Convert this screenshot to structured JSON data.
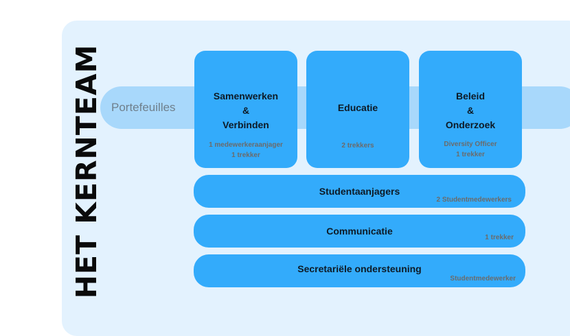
{
  "vertical_title": "HET KERNTEAM",
  "band_label": "Portefeuilles",
  "cards": [
    {
      "title": [
        "Samenwerken",
        "&",
        "Verbinden"
      ],
      "sub": [
        "1 medewerkeraanjager",
        "1 trekker"
      ]
    },
    {
      "title": [
        "Educatie"
      ],
      "sub": [
        "2 trekkers"
      ]
    },
    {
      "title": [
        "Beleid",
        "&",
        "Onderzoek"
      ],
      "sub": [
        "Diversity Officer",
        "1 trekker"
      ]
    }
  ],
  "bars": [
    {
      "title": "Studentaanjagers",
      "sub": "2 Studentmedewerkers"
    },
    {
      "title": "Communicatie",
      "sub": "1 trekker"
    },
    {
      "title": "Secretariële ondersteuning",
      "sub": "Studentmedewerker"
    }
  ],
  "colors": {
    "panel": "#e3f2fe",
    "band": "#a8d8fb",
    "box": "#33abfb",
    "title_text": "#0d1a26",
    "sub_text": "#6b6b6b"
  }
}
